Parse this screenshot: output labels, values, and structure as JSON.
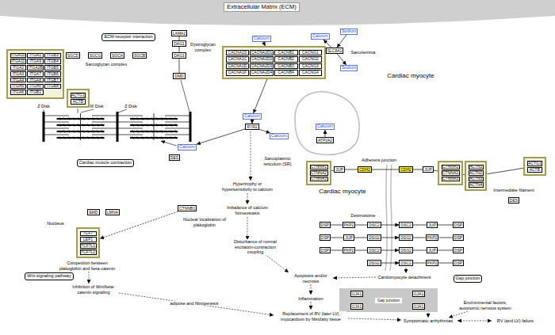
{
  "diagram": {
    "nodes": [
      {
        "text": [
          "Extracellular Matrix (ECM)"
        ]
      },
      {
        "text": [
          "ECM-receptor interaction"
        ]
      },
      {
        "text": [
          "LAMA2"
        ]
      },
      {
        "text": [
          "DAG1"
        ]
      },
      {
        "text": []
      },
      {
        "text": [
          "ITGA10"
        ],
        "in": 4
      },
      {
        "text": [
          "ITGA11"
        ],
        "in": 4
      },
      {
        "text": [
          "ITGA2"
        ],
        "in": 4
      },
      {
        "text": [
          "ITGA3"
        ],
        "in": 4
      },
      {
        "text": [
          "ITGA4"
        ],
        "in": 4
      },
      {
        "text": [
          "ITGA5"
        ],
        "in": 4
      },
      {
        "text": [
          "ITGA6"
        ],
        "in": 4
      },
      {
        "text": [
          "ITGA1"
        ],
        "in": 4
      },
      {
        "text": [
          "ITGA9"
        ],
        "in": 4
      },
      {
        "text": [
          "ITGA2B"
        ],
        "in": 4
      },
      {
        "text": [
          "ITGA7"
        ],
        "in": 4
      },
      {
        "text": [
          "ITGA8"
        ],
        "in": 4
      },
      {
        "text": [
          "ITGAV"
        ],
        "in": 4
      },
      {
        "text": [
          "ITGB1"
        ],
        "in": 4
      },
      {
        "text": [
          "ITGB3"
        ],
        "in": 4
      },
      {
        "text": [
          "ITGB4"
        ],
        "in": 4
      },
      {
        "text": [
          "ITGB5"
        ],
        "in": 4
      },
      {
        "text": [
          "ITGB6"
        ],
        "in": 4
      },
      {
        "text": [
          "ITGB7"
        ],
        "in": 4
      },
      {
        "text": [
          "ITGB8"
        ],
        "in": 4
      },
      {
        "text": [
          "SGCD"
        ]
      },
      {
        "text": [
          "SGCG"
        ]
      },
      {
        "text": [
          "SGCA"
        ]
      },
      {
        "text": [
          "SGCB"
        ]
      },
      {
        "text": [
          "DAG1"
        ]
      },
      {
        "text": []
      },
      {
        "text": [
          "ACTG1"
        ],
        "in": 30
      },
      {
        "text": [
          "ACTB"
        ],
        "in": 30
      },
      {
        "text": [
          "DMD"
        ]
      },
      {
        "text": [
          "Cardiac muscle contraction"
        ]
      },
      {
        "text": [
          "DES"
        ]
      },
      {
        "text": [
          "EMD"
        ]
      },
      {
        "text": [
          "LMNA"
        ]
      },
      {
        "text": [
          "CTNNB1"
        ]
      },
      {
        "text": []
      },
      {
        "text": [
          "TCF7"
        ],
        "in": 39
      },
      {
        "text": [
          "LEF1"
        ],
        "in": 39
      },
      {
        "text": [
          "TCF7L1"
        ],
        "in": 39
      },
      {
        "text": [
          "TCF7L2"
        ],
        "in": 39
      },
      {
        "text": [
          "Wnt-signaling pathway"
        ]
      },
      {
        "text": [
          "Calcium"
        ]
      },
      {
        "text": []
      },
      {
        "text": [
          "CACNA1S"
        ],
        "in": 46
      },
      {
        "text": [
          "CACNA1C"
        ],
        "in": 46
      },
      {
        "text": [
          "CACNA1D"
        ],
        "in": 46
      },
      {
        "text": [
          "CACNA1F"
        ],
        "in": 46
      },
      {
        "text": [
          "CACNA2D1"
        ],
        "in": 46
      },
      {
        "text": [
          "CACNA2D2"
        ],
        "in": 46
      },
      {
        "text": [
          "CACNA2D3"
        ],
        "in": 46
      },
      {
        "text": [
          "CACNA2D4"
        ],
        "in": 46
      },
      {
        "text": [
          "CACNB1"
        ],
        "in": 46
      },
      {
        "text": [
          "CACNB2"
        ],
        "in": 46
      },
      {
        "text": [
          "CACNB3"
        ],
        "in": 46
      },
      {
        "text": [
          "CACNB4"
        ],
        "in": 46
      },
      {
        "text": [
          "CACNG1"
        ],
        "in": 46
      },
      {
        "text": [
          "CACNG2"
        ],
        "in": 46
      },
      {
        "text": [
          "CACNG3"
        ],
        "in": 46
      },
      {
        "text": [
          "CACNG4"
        ],
        "in": 46
      },
      {
        "text": [
          "Sodium"
        ]
      },
      {
        "text": [
          "Calcium"
        ]
      },
      {
        "text": [
          "SLC8A1"
        ]
      },
      {
        "text": [
          "Sodium"
        ]
      },
      {
        "text": [
          "Calcium"
        ]
      },
      {
        "text": [
          "RYR2"
        ]
      },
      {
        "text": [
          "Calcium"
        ]
      },
      {
        "text": [
          "Calcium"
        ]
      },
      {
        "text": [
          "Calcium"
        ]
      },
      {
        "text": [
          "ATP2A2"
        ]
      },
      {
        "text": []
      },
      {
        "text": [
          "CTNNA1"
        ],
        "in": 73
      },
      {
        "text": [
          "CTNNA2"
        ],
        "in": 73
      },
      {
        "text": [
          "CTNNA3"
        ],
        "in": 73
      },
      {
        "text": [
          "JUP"
        ]
      },
      {
        "text": [
          "CDH2"
        ]
      },
      {
        "text": [
          "CDH2"
        ]
      },
      {
        "text": [
          "JUP"
        ]
      },
      {
        "text": []
      },
      {
        "text": [
          "CTNNA1"
        ],
        "in": 81
      },
      {
        "text": [
          "CTNNA2"
        ],
        "in": 81
      },
      {
        "text": [
          "CTNNA3"
        ],
        "in": 81
      },
      {
        "text": []
      },
      {
        "text": [
          "ACTN1"
        ],
        "in": 85
      },
      {
        "text": [
          "ACTN2"
        ],
        "in": 85
      },
      {
        "text": [
          "ACTN3"
        ],
        "in": 85
      },
      {
        "text": [
          "ACTN4"
        ],
        "in": 85
      },
      {
        "text": []
      },
      {
        "text": [
          "ACTG1"
        ],
        "in": 90
      },
      {
        "text": [
          "ACTB"
        ],
        "in": 90
      },
      {
        "text": [
          "DES"
        ]
      },
      {
        "text": [
          "DSP"
        ]
      },
      {
        "text": [
          "PKP2"
        ]
      },
      {
        "text": [
          "DSC2"
        ]
      },
      {
        "text": [
          "DSC2"
        ]
      },
      {
        "text": [
          "JUP"
        ]
      },
      {
        "text": [
          "DSP"
        ]
      },
      {
        "text": [
          "DSP"
        ]
      },
      {
        "text": [
          "JUP"
        ]
      },
      {
        "text": [
          "DSG2"
        ]
      },
      {
        "text": [
          "DSG2"
        ]
      },
      {
        "text": [
          "PKP2"
        ]
      },
      {
        "text": [
          "DSP"
        ]
      },
      {
        "text": [
          "DSP"
        ]
      },
      {
        "text": [
          "PKP2"
        ]
      },
      {
        "text": [
          "DSC2"
        ]
      },
      {
        "text": [
          "DSG2"
        ]
      },
      {
        "text": [
          "JUP"
        ]
      },
      {
        "text": [
          "DSP"
        ]
      },
      {
        "text": [
          "DSG2"
        ]
      },
      {
        "text": [
          "DSC2"
        ]
      },
      {
        "text": [
          "PKP2"
        ]
      },
      {
        "text": [
          "DSP"
        ]
      },
      {
        "text": [
          "Gap junction"
        ]
      },
      {
        "text": [
          "Gap junction"
        ]
      },
      {
        "text": [
          "GJA1"
        ],
        "in": 117
      },
      {
        "text": [
          "GJA1"
        ],
        "in": 117
      },
      {
        "text": [
          "GJA1"
        ],
        "in": 117
      },
      {
        "text": [
          "GJA1"
        ],
        "in": 117
      }
    ],
    "edges": [
      {
        "from": 2,
        "to": 3,
        "arrow": "none"
      },
      {
        "from": 3,
        "to": 29,
        "arrow": "none"
      },
      {
        "from": 29,
        "to": 33,
        "arrow": "none"
      },
      {
        "from": 45,
        "to": 46,
        "arrow": "to"
      },
      {
        "from": 46,
        "to": 67,
        "arrow": "to"
      },
      {
        "from": 67,
        "to": 68,
        "arrow": "to"
      },
      {
        "from": 68,
        "to": 69,
        "arrow": "to"
      },
      {
        "from": 68,
        "to": 70,
        "arrow": "to"
      },
      {
        "from": 63,
        "to": 65,
        "arrow": "to"
      },
      {
        "from": 65,
        "to": 64,
        "arrow": "to"
      },
      {
        "from": 65,
        "to": 66,
        "arrow": "to"
      },
      {
        "from": 72,
        "to": 71,
        "arrow": "to"
      },
      {
        "from": 38,
        "to": 39,
        "arrow": "to"
      },
      {
        "from": 73,
        "to": 77,
        "arrow": "none"
      },
      {
        "from": 77,
        "to": 78,
        "arrow": "none"
      },
      {
        "from": 78,
        "to": 79,
        "arrow": "none"
      },
      {
        "from": 79,
        "to": 80,
        "arrow": "none"
      },
      {
        "from": 80,
        "to": 81,
        "arrow": "none"
      },
      {
        "from": 81,
        "to": 85,
        "arrow": "none"
      },
      {
        "from": 85,
        "to": 90,
        "arrow": "none"
      },
      {
        "from": 94,
        "to": 95,
        "arrow": "none"
      },
      {
        "from": 95,
        "to": 96,
        "arrow": "none"
      },
      {
        "from": 96,
        "to": 97,
        "arrow": "to"
      },
      {
        "from": 97,
        "to": 98,
        "arrow": "none"
      },
      {
        "from": 98,
        "to": 99,
        "arrow": "none"
      },
      {
        "from": 100,
        "to": 101,
        "arrow": "none"
      },
      {
        "from": 101,
        "to": 102,
        "arrow": "none"
      },
      {
        "from": 102,
        "to": 103,
        "arrow": "to"
      },
      {
        "from": 103,
        "to": 104,
        "arrow": "none"
      },
      {
        "from": 104,
        "to": 105,
        "arrow": "none"
      },
      {
        "from": 106,
        "to": 107,
        "arrow": "none"
      },
      {
        "from": 107,
        "to": 108,
        "arrow": "none"
      },
      {
        "from": 108,
        "to": 109,
        "arrow": "to"
      },
      {
        "from": 109,
        "to": 110,
        "arrow": "none"
      },
      {
        "from": 110,
        "to": 111,
        "arrow": "none"
      },
      {
        "from": 112,
        "to": 113,
        "arrow": "to"
      },
      {
        "from": 113,
        "to": 114,
        "arrow": "none"
      },
      {
        "from": 114,
        "to": 115,
        "arrow": "none"
      }
    ],
    "labels": [
      "Dystroglycan complex",
      "Sarcoglycan complex",
      "Z Disk",
      "M Disk",
      "Z Disk",
      "Nucleus",
      "Nuclear localization of plakoglobin",
      "Competition between plakoglobin and beta-catenin",
      "Inhibition of Wnt/beta-catenin signaling",
      "adipose and fibrogenesis",
      "Sarcolemma",
      "Sarcoplasmic reticulum (SR)",
      "Cardiac myocyte",
      "Cardiac myocyte",
      "Adherens junction",
      "Intermediate filament",
      "Desmosome",
      "Hypertrophy or hypersensitivity to calcium",
      "Imbalance of calcium homeostasis",
      "Disturbance of normal excitation-contraction coupling",
      "Apoptosis and/or necrosis",
      "Inflammation",
      "Replacement of RV (later LV) myocardium by fibrofatty tissue",
      "Cardiomyocyte detachment",
      "Environmental factors, autonomic nervous system",
      "Symptomatic arrhythmias",
      "RV (and LV) failure"
    ]
  }
}
